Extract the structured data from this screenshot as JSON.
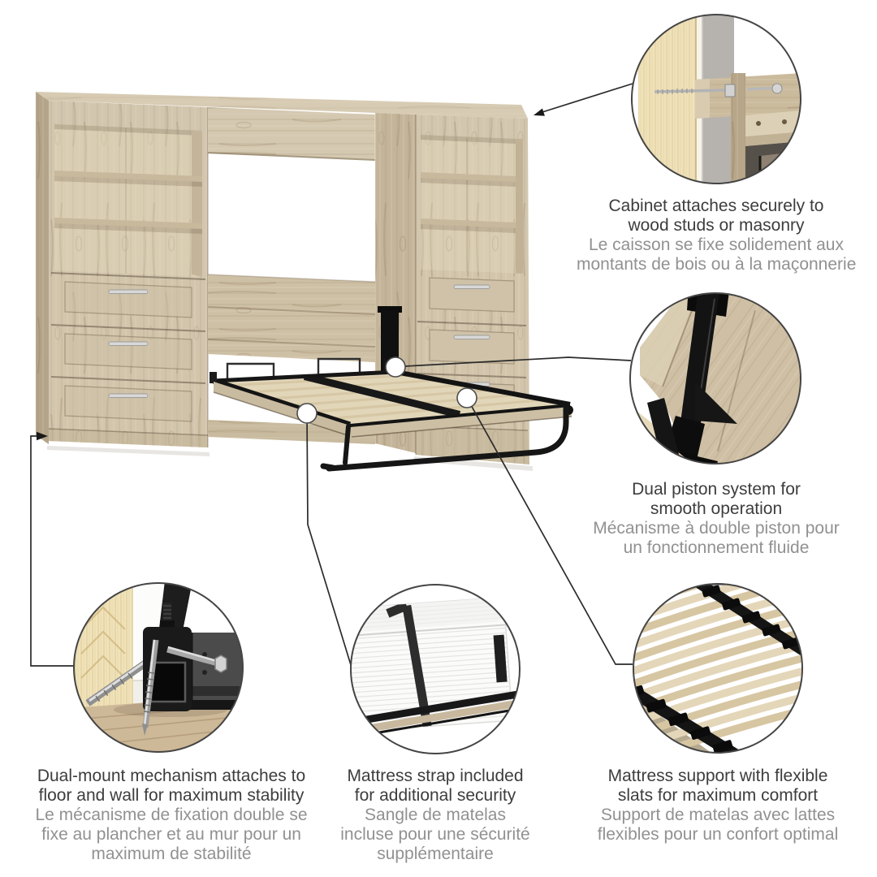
{
  "illustration": {
    "subject": "murphy-wall-bed-with-storage"
  },
  "colors": {
    "text_en": "#3d3d3d",
    "text_fr": "#919191",
    "wood": "#d2c6af",
    "wood_side": "#b4a58a",
    "wood_top": "#d7cbb3",
    "metal_black": "#161616",
    "line": "#2b2b2b"
  },
  "callouts": [
    {
      "id": "cabinet-mount",
      "en": [
        "Cabinet attaches securely to",
        "wood studs or masonry"
      ],
      "fr": [
        "Le caisson se fixe solidement aux",
        "montants de bois ou à la maçonnerie"
      ]
    },
    {
      "id": "dual-piston",
      "en": [
        "Dual piston system for",
        "smooth operation"
      ],
      "fr": [
        "Mécanisme à double piston pour",
        "un fonctionnement fluide"
      ]
    },
    {
      "id": "dual-mount",
      "en": [
        "Dual-mount mechanism attaches to",
        "floor and wall for maximum stability"
      ],
      "fr": [
        "Le mécanisme de fixation double se",
        "fixe au plancher et au mur pour un",
        "maximum de stabilité"
      ]
    },
    {
      "id": "mattress-strap",
      "en": [
        "Mattress strap included",
        "for additional security"
      ],
      "fr": [
        "Sangle de matelas",
        "incluse pour une sécurité",
        "supplémentaire"
      ]
    },
    {
      "id": "slat-support",
      "en": [
        "Mattress support with flexible",
        "slats for maximum comfort"
      ],
      "fr": [
        "Support de matelas avec lattes",
        "flexibles pour un confort optimal"
      ]
    }
  ]
}
